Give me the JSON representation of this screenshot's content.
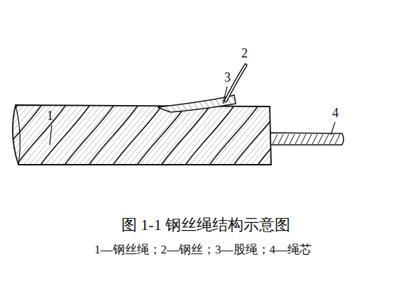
{
  "diagram": {
    "caption": "图 1-1 钢丝绳结构示意图",
    "labels": [
      "1",
      "2",
      "3",
      "4",
      "1—钢丝绳；2—钢丝；3—股绳；4—绳芯"
    ]
  }
}
